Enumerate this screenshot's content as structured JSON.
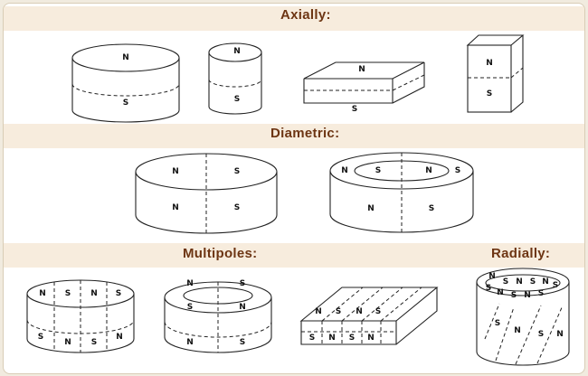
{
  "sections": {
    "axially": "Axially:",
    "diametric": "Diametric:",
    "multipoles": "Multipoles:",
    "radially": "Radially:"
  },
  "poles": {
    "north": "N",
    "south": "S"
  }
}
